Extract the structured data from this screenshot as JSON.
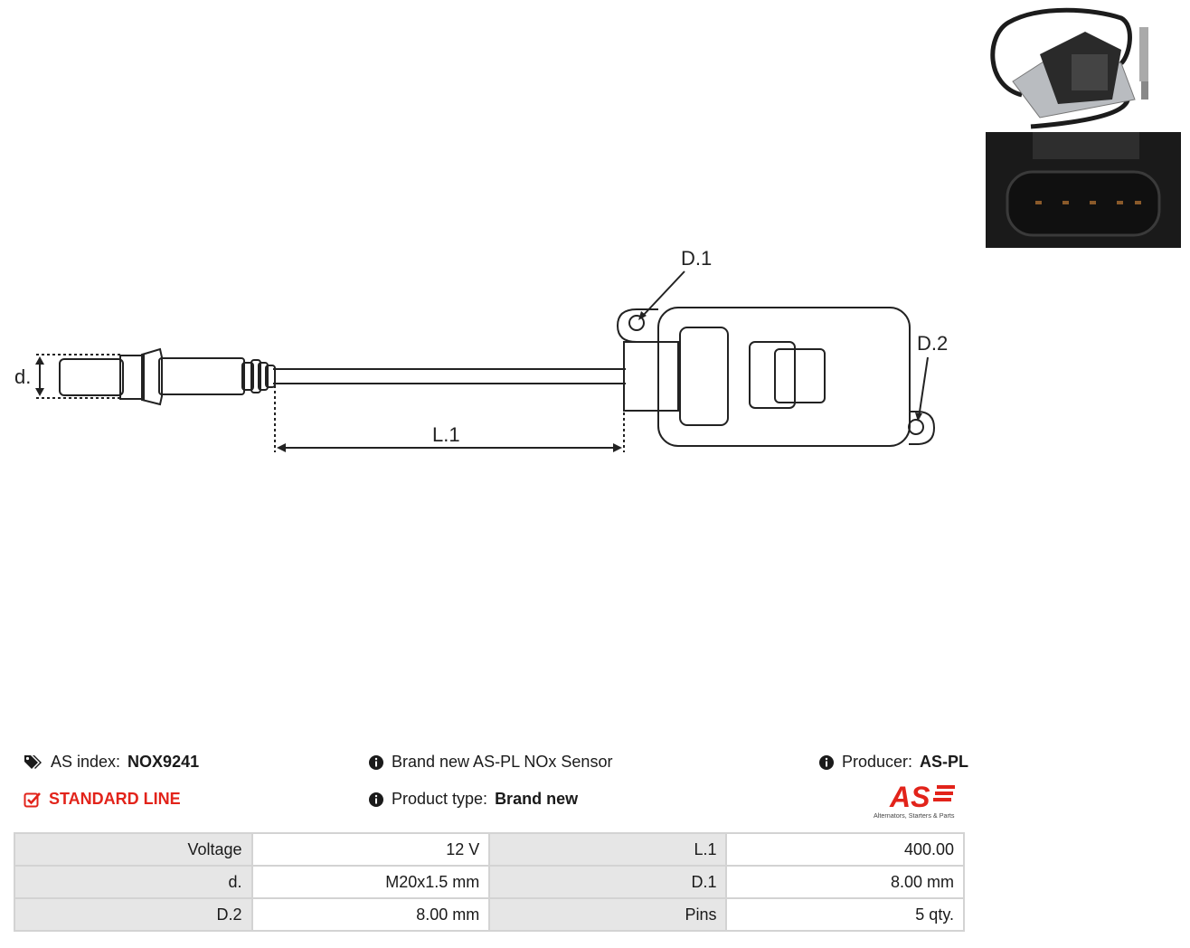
{
  "drawing": {
    "label_d": "d.",
    "label_l1": "L.1",
    "label_d1": "D.1",
    "label_d2": "D.2"
  },
  "header": {
    "as_index_label": "AS index:",
    "as_index_value": "NOX9241",
    "line_name": "STANDARD LINE",
    "description": "Brand new AS-PL NOx Sensor",
    "product_type_label": "Product type:",
    "product_type_value": "Brand new",
    "producer_label": "Producer:",
    "producer_value": "AS-PL"
  },
  "logo": {
    "mark": "AS",
    "tagline": "Alternators, Starters & Parts",
    "color": "#e2231a"
  },
  "icons": {
    "tags": "tags-icon",
    "info": "info-circle-icon",
    "check": "check-square-icon"
  },
  "specs": [
    {
      "label1": "Voltage",
      "value1": "12 V",
      "label2": "L.1",
      "value2": "400.00"
    },
    {
      "label1": "d.",
      "value1": "M20x1.5 mm",
      "label2": "D.1",
      "value2": "8.00 mm"
    },
    {
      "label1": "D.2",
      "value1": "8.00 mm",
      "label2": "Pins",
      "value2": "5 qty."
    }
  ]
}
